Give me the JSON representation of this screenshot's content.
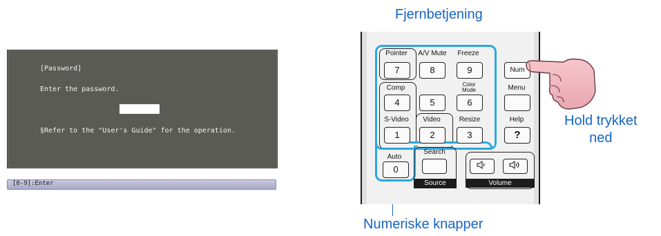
{
  "projector_screen": {
    "title": "[Password]",
    "prompt": "Enter the password.",
    "note": "§Refer to the \"User's Guide\" for the operation.",
    "status_bar": "[0-9]:Enter"
  },
  "captions": {
    "title": "Fjernbetjening",
    "hold_line1": "Hold trykket",
    "hold_line2": "ned",
    "numeric": "Numeriske knapper"
  },
  "remote": {
    "buttons": {
      "pointer": {
        "label": "Pointer",
        "num": "7"
      },
      "av_mute": {
        "label": "A/V Mute",
        "num": "8"
      },
      "freeze": {
        "label": "Freeze",
        "num": "9"
      },
      "num": {
        "label": "Num"
      },
      "comp": {
        "label": "Comp",
        "num": "4"
      },
      "blank5": {
        "num": "5"
      },
      "color_mode": {
        "label1": "Color",
        "label2": "Mode",
        "num": "6"
      },
      "menu": {
        "label": "Menu"
      },
      "svideo": {
        "label": "S-Video",
        "num": "1"
      },
      "video": {
        "label": "Video",
        "num": "2"
      },
      "resize": {
        "label": "Resize",
        "num": "3"
      },
      "help": {
        "label": "Help",
        "glyph": "?"
      },
      "auto": {
        "label": "Auto",
        "num": "0"
      },
      "search": {
        "label": "Search"
      },
      "vol_down": {
        "glyph": "🔉"
      },
      "vol_up": {
        "glyph": "🔊"
      }
    },
    "source_label": "Source",
    "volume_label": "Volume"
  },
  "colors": {
    "caption": "#1565c8",
    "highlight": "#2aa8df",
    "osd_background": "#5b5b56"
  }
}
